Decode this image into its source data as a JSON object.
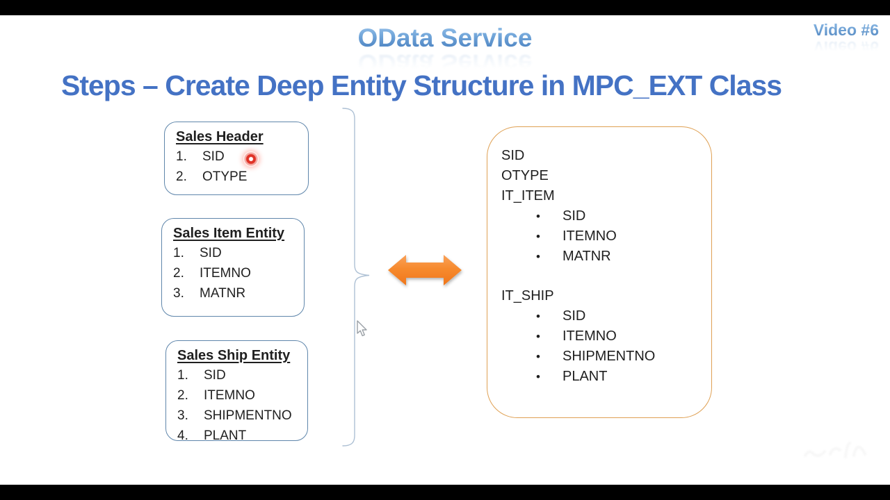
{
  "header": {
    "title": "OData Service",
    "video_label": "Video #6",
    "heading": "Steps – Create Deep Entity Structure in MPC_EXT Class"
  },
  "entity_boxes": [
    {
      "title": "Sales Header",
      "items": [
        "SID",
        "OTYPE"
      ]
    },
    {
      "title": "Sales Item Entity",
      "items": [
        "SID",
        "ITEMNO",
        "MATNR"
      ]
    },
    {
      "title": "Sales Ship Entity",
      "items": [
        "SID",
        "ITEMNO",
        "SHIPMENTNO",
        "PLANT"
      ]
    }
  ],
  "deep_entity": {
    "rows": [
      {
        "text": "SID",
        "level": 0
      },
      {
        "text": "OTYPE",
        "level": 0
      },
      {
        "text": "IT_ITEM",
        "level": 0
      },
      {
        "text": "SID",
        "level": 1
      },
      {
        "text": "ITEMNO",
        "level": 1
      },
      {
        "text": "MATNR",
        "level": 1
      },
      {
        "text": "",
        "level": 0,
        "spacer": true
      },
      {
        "text": "IT_SHIP",
        "level": 0
      },
      {
        "text": "SID",
        "level": 1
      },
      {
        "text": "ITEMNO",
        "level": 1
      },
      {
        "text": "SHIPMENTNO",
        "level": 1
      },
      {
        "text": "PLANT",
        "level": 1
      }
    ],
    "bullet_glyph": "•"
  },
  "icons": {
    "double_arrow": "left-right-arrow",
    "group_brace": "right-curly-brace",
    "laser_dot": "red-laser-pointer-dot",
    "cursor": "mouse-pointer"
  },
  "colors": {
    "heading_blue": "#4472c4",
    "title_gradient_top": "#9cc6ec",
    "title_gradient_bottom": "#4379ba",
    "entity_box_border": "#5f86ab",
    "deep_box_border": "#dfa053",
    "arrow_orange_top": "#faa159",
    "arrow_orange_bottom": "#f0761b",
    "laser_red": "#e03226",
    "letterbox": "#000000",
    "text": "#1f1f1f"
  }
}
